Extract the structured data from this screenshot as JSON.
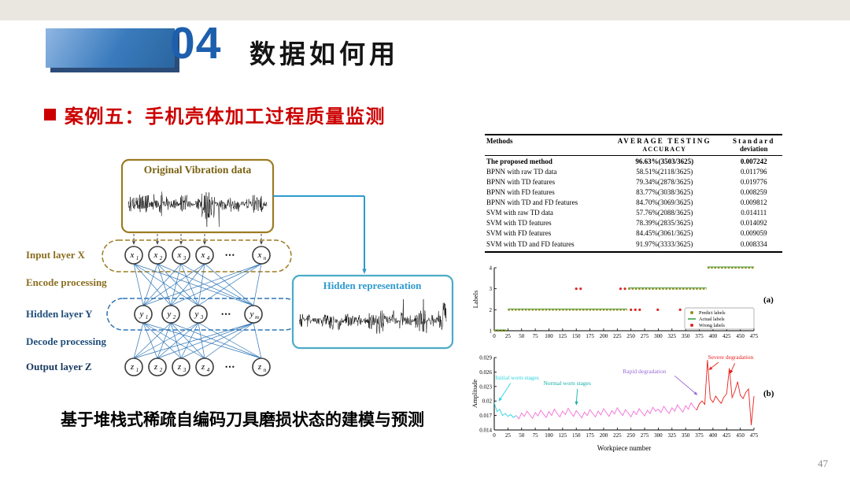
{
  "slide": {
    "section_number": "04",
    "title": "数据如何用",
    "case_title": "案例五：手机壳体加工过程质量监测",
    "caption": "基于堆栈式稀疏自编码刀具磨损状态的建模与预测",
    "page_number": "47"
  },
  "colors": {
    "accent_red": "#cc0000",
    "header_blue": "#2e74b5",
    "gold": "#8a6d1e",
    "navy": "#17375e",
    "cyan": "#4bacc6"
  },
  "diagram": {
    "vibration_box_title": "Original Vibration data",
    "hidden_box_title": "Hidden representation",
    "gold": "#9c7b22",
    "gold_dark": "#7a6212",
    "blue": "#2e75b6",
    "cyan": "#4bacc6",
    "cyan_dark": "#2e9ace",
    "layers": [
      {
        "label": "Input layer X",
        "color": "#8a6d1e"
      },
      {
        "label": "Encode processing",
        "color": "#8a6d1e"
      },
      {
        "label": "Hidden layer Y",
        "color": "#1f4e79"
      },
      {
        "label": "Decode processing",
        "color": "#1f4e79"
      },
      {
        "label": "Output layer Z",
        "color": "#17375e"
      }
    ],
    "input_nodes": [
      {
        "b": "x",
        "s": "1"
      },
      {
        "b": "x",
        "s": "2"
      },
      {
        "b": "x",
        "s": "3"
      },
      {
        "b": "x",
        "s": "4"
      },
      {
        "dots": "⋯"
      },
      {
        "b": "x",
        "s": "n"
      }
    ],
    "hidden_nodes": [
      {
        "b": "y",
        "s": "1"
      },
      {
        "b": "y",
        "s": "2"
      },
      {
        "b": "y",
        "s": "3"
      },
      {
        "dots": "⋯"
      },
      {
        "b": "y",
        "s": "m"
      }
    ],
    "output_nodes": [
      {
        "b": "z",
        "s": "1"
      },
      {
        "b": "z",
        "s": "2"
      },
      {
        "b": "z",
        "s": "3"
      },
      {
        "b": "z",
        "s": "4"
      },
      {
        "dots": "⋯"
      },
      {
        "b": "z",
        "s": "n"
      }
    ]
  },
  "table": {
    "header": {
      "col1": "Methods",
      "col2_line1": "AVERAGE TESTING",
      "col2_line2": "ACCURACY",
      "col3_line1": "Standard",
      "col3_line2": "deviation"
    },
    "rows": [
      [
        "The proposed method",
        "96.63%(3503/3625)",
        "0.007242"
      ],
      [
        "BPNN with raw TD data",
        "58.51%(2118/3625)",
        "0.011796"
      ],
      [
        "BPNN with TD features",
        "79.34%(2878/3625)",
        "0.019776"
      ],
      [
        "BPNN with FD features",
        "83.77%(3038/3625)",
        "0.008259"
      ],
      [
        "BPNN with TD and FD features",
        "84.70%(3069/3625)",
        "0.009812"
      ],
      [
        "SVM with raw TD data",
        "57.76%(2088/3625)",
        "0.014111"
      ],
      [
        "SVM with TD features",
        "78.39%(2835/3625)",
        "0.014092"
      ],
      [
        "SVM with FD features",
        "84.45%(3061/3625)",
        "0.009059"
      ],
      [
        "SVM with TD and FD features",
        "91.97%(3333/3625)",
        "0.008334"
      ]
    ]
  },
  "chart_data": [
    {
      "id": "labels_chart",
      "type": "scatter",
      "panel_label": "(a)",
      "xlabel": "",
      "ylabel": "Labels",
      "xlim": [
        0,
        475
      ],
      "ylim": [
        1,
        4
      ],
      "xticks": [
        0,
        25,
        50,
        75,
        100,
        125,
        150,
        175,
        200,
        225,
        250,
        275,
        300,
        325,
        350,
        375,
        400,
        425,
        450,
        475
      ],
      "yticks": [
        1,
        2,
        3,
        4
      ],
      "legend": [
        {
          "label": "Predict labels",
          "color": "#8f8f20",
          "marker": "dot"
        },
        {
          "label": "Actual labels",
          "color": "#2e9e3e",
          "marker": "line"
        },
        {
          "label": "Wrong labels",
          "color": "#d62728",
          "marker": "dot"
        }
      ],
      "segments": [
        {
          "label": 1,
          "x_start": 0,
          "x_end": 22
        },
        {
          "label": 2,
          "x_start": 25,
          "x_end": 243
        },
        {
          "label": 3,
          "x_start": 245,
          "x_end": 388
        },
        {
          "label": 4,
          "x_start": 390,
          "x_end": 475
        }
      ],
      "wrong_points": [
        [
          150,
          3
        ],
        [
          158,
          3
        ],
        [
          231,
          3
        ],
        [
          239,
          3
        ],
        [
          250,
          2
        ],
        [
          258,
          2
        ],
        [
          266,
          2
        ],
        [
          299,
          2
        ],
        [
          340,
          2
        ]
      ]
    },
    {
      "id": "amplitude_chart",
      "type": "line",
      "panel_label": "(b)",
      "xlabel": "Workpiece number",
      "ylabel": "Amplitude",
      "xlim": [
        0,
        475
      ],
      "ylim": [
        0.014,
        0.029
      ],
      "xticks": [
        0,
        25,
        50,
        75,
        100,
        125,
        150,
        175,
        200,
        225,
        250,
        275,
        300,
        325,
        350,
        375,
        400,
        425,
        450,
        475
      ],
      "yticks": [
        0.014,
        0.017,
        0.02,
        0.023,
        0.026,
        0.029
      ],
      "x_step": 5,
      "values": [
        0.0196,
        0.0178,
        0.0183,
        0.017,
        0.0174,
        0.0168,
        0.0172,
        0.0166,
        0.017,
        0.0163,
        0.0175,
        0.0168,
        0.0179,
        0.0171,
        0.0164,
        0.0176,
        0.0169,
        0.0181,
        0.0173,
        0.0166,
        0.0178,
        0.017,
        0.0183,
        0.0174,
        0.0167,
        0.0179,
        0.0172,
        0.0185,
        0.0176,
        0.0168,
        0.018,
        0.0173,
        0.0165,
        0.0177,
        0.017,
        0.0182,
        0.0174,
        0.0167,
        0.0179,
        0.0171,
        0.0184,
        0.0176,
        0.0168,
        0.018,
        0.0173,
        0.0186,
        0.0177,
        0.017,
        0.0182,
        0.0175,
        0.0167,
        0.0179,
        0.0172,
        0.0184,
        0.0176,
        0.0169,
        0.0181,
        0.0174,
        0.0187,
        0.0179,
        0.0183,
        0.0176,
        0.0189,
        0.0181,
        0.0174,
        0.0186,
        0.0179,
        0.0192,
        0.0184,
        0.0177,
        0.019,
        0.0183,
        0.0196,
        0.0188,
        0.0181,
        0.0194,
        0.02,
        0.0193,
        0.0285,
        0.0205,
        0.0197,
        0.021,
        0.0202,
        0.0195,
        0.0208,
        0.0215,
        0.0268,
        0.0207,
        0.022,
        0.024,
        0.0212,
        0.0205,
        0.0218,
        0.0225,
        0.015,
        0.021
      ],
      "color_segments": [
        {
          "name": "Initial worn stages",
          "color": "#29d3e0",
          "x_start": 0,
          "x_end": 40
        },
        {
          "name": "Normal worn stages",
          "color": "#f26fd8",
          "x_start": 40,
          "x_end": 370
        },
        {
          "name": "Severe degradation",
          "color": "#e8211d",
          "x_start": 370,
          "x_end": 475
        }
      ],
      "annotations": [
        {
          "text": "Initial worn stages",
          "color": "#29d3e0",
          "tx": 2,
          "ty": 0.0244,
          "anchor": "start",
          "arrows": [
            [
              30,
              0.0237,
              8,
              0.0199
            ]
          ]
        },
        {
          "text": "Normal worn stages",
          "color": "#13b0a6",
          "tx": 90,
          "ty": 0.0233,
          "anchor": "start",
          "arrows": [
            [
              152,
              0.0225,
              150,
              0.0191
            ]
          ]
        },
        {
          "text": "Rapid degradation",
          "color": "#9a67d8",
          "tx": 235,
          "ty": 0.0257,
          "anchor": "start",
          "arrows": [
            [
              330,
              0.0252,
              372,
              0.0212
            ]
          ]
        },
        {
          "text": "Severe degradation",
          "color": "#e8211d",
          "tx": 474,
          "ty": 0.0287,
          "anchor": "end",
          "arrows": [
            [
              410,
              0.028,
              392,
              0.0264
            ],
            [
              440,
              0.0278,
              431,
              0.0256
            ]
          ]
        }
      ]
    }
  ]
}
